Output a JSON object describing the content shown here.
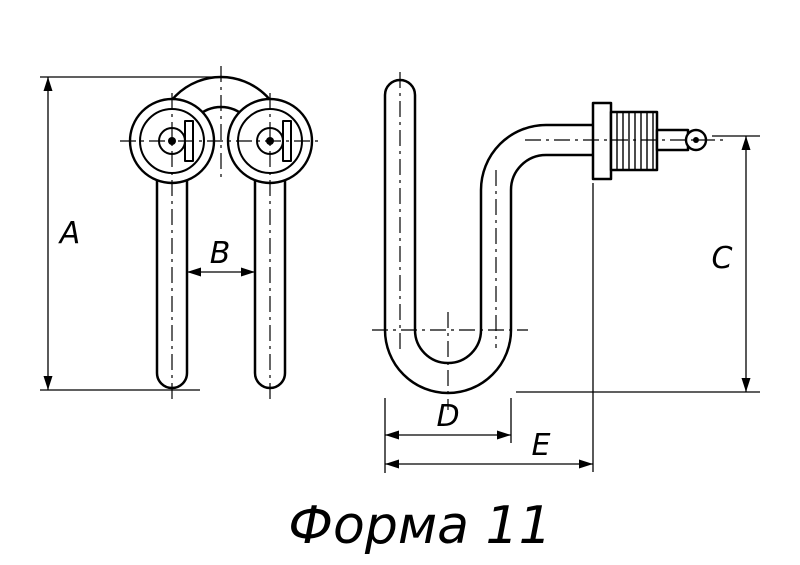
{
  "title": "Форма 11",
  "dimensions": {
    "A": "A",
    "B": "B",
    "C": "C",
    "D": "D",
    "E": "E"
  },
  "colors": {
    "line": "#000000",
    "background": "#ffffff"
  }
}
